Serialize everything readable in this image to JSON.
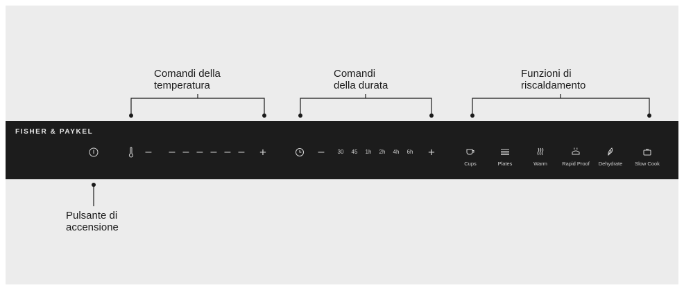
{
  "callouts": {
    "temperature": [
      "Comandi della",
      "temperatura"
    ],
    "duration": [
      "Comandi",
      "della durata"
    ],
    "heating": [
      "Funzioni di",
      "riscaldamento"
    ],
    "power": [
      "Pulsante di",
      "accensione"
    ]
  },
  "panel": {
    "brand": "FISHER & PAYKEL",
    "temperature": {
      "minus": "–",
      "plus": "+",
      "levels": [
        "–",
        "–",
        "–",
        "–",
        "–",
        "–"
      ]
    },
    "duration": {
      "minus": "–",
      "plus": "+",
      "options": [
        "30",
        "45",
        "1h",
        "2h",
        "4h",
        "6h"
      ]
    },
    "functions": [
      {
        "label": "Cups",
        "icon": "cups-icon"
      },
      {
        "label": "Plates",
        "icon": "plates-icon"
      },
      {
        "label": "Warm",
        "icon": "warm-icon"
      },
      {
        "label": "Rapid Proof",
        "icon": "rapid-proof-icon"
      },
      {
        "label": "Dehydrate",
        "icon": "dehydrate-icon"
      },
      {
        "label": "Slow Cook",
        "icon": "slow-cook-icon"
      }
    ]
  },
  "colors": {
    "background": "#ececec",
    "panel": "#1c1c1c",
    "line": "#1a1a1a",
    "panel_text": "#d8d8d8"
  }
}
